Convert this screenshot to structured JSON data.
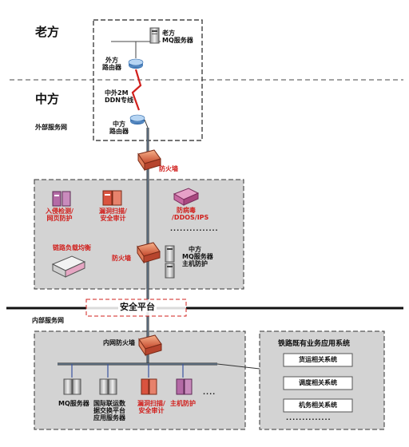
{
  "regions": {
    "lao": "老方",
    "zhong": "中方",
    "external_net": "外部服务网",
    "internal_net": "内部服务网"
  },
  "lao_side": {
    "mq_server": [
      "老方",
      "MQ服务器"
    ],
    "router": [
      "外方",
      "路由器"
    ]
  },
  "link": [
    "中外2M",
    "DDN专线"
  ],
  "zhong_side": {
    "router": [
      "中方",
      "路由器"
    ],
    "firewall_outer": "防火墙",
    "ids": [
      "入侵检测/",
      "网页防护"
    ],
    "vuln_scan": [
      "漏洞扫描/",
      "安全审计"
    ],
    "antivirus": [
      "防病毒",
      "/DDOS/IPS"
    ],
    "dots": "...............",
    "load_balance": "链路负载均衡",
    "firewall_inner": "防火墙",
    "mq_server": [
      "中方",
      "MQ服务器",
      "主机防护"
    ]
  },
  "security_platform": "安全平台",
  "internal": {
    "intranet_firewall": "内网防火墙",
    "mq": "MQ服务器",
    "intl_exchange": [
      "国际联运数",
      "据交换平台",
      "应用服务器"
    ],
    "vuln_scan": [
      "漏洞扫描/",
      "安全审计"
    ],
    "host_protect": "主机防护",
    "dots": "...."
  },
  "railway": {
    "title": "铁路既有业务应用系统",
    "systems": [
      "货运相关系统",
      "调度相关系统",
      "机务相关系统"
    ],
    "dots": ".............."
  }
}
